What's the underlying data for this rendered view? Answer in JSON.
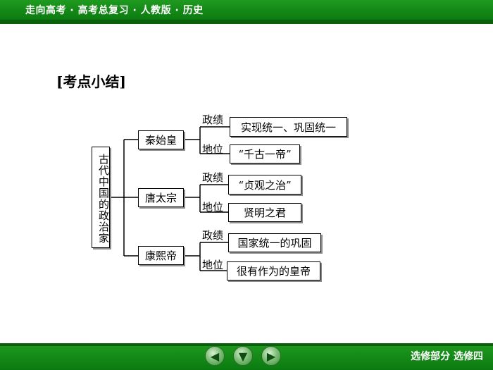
{
  "header": {
    "title": "走向高考 · 高考总复习 · 人教版 · 历史"
  },
  "heading": "[考点小结]",
  "root": "古代中国的政治家",
  "people": [
    {
      "name": "秦始皇",
      "zhengji_label": "政绩",
      "zhengji": "实现统一、巩固统一",
      "diwei_label": "地位",
      "diwei": "“千古一帝”"
    },
    {
      "name": "唐太宗",
      "zhengji_label": "政绩",
      "zhengji": "“贞观之治”",
      "diwei_label": "地位",
      "diwei": "贤明之君"
    },
    {
      "name": "康熙帝",
      "zhengji_label": "政绩",
      "zhengji": "国家统一的巩固",
      "diwei_label": "地位",
      "diwei": "很有作为的皇帝"
    }
  ],
  "nav": {
    "prev_icon": "arrow-left-icon",
    "home_icon": "arrow-down-icon",
    "next_icon": "arrow-right-icon"
  },
  "footer": {
    "text": "选修部分  选修四"
  }
}
